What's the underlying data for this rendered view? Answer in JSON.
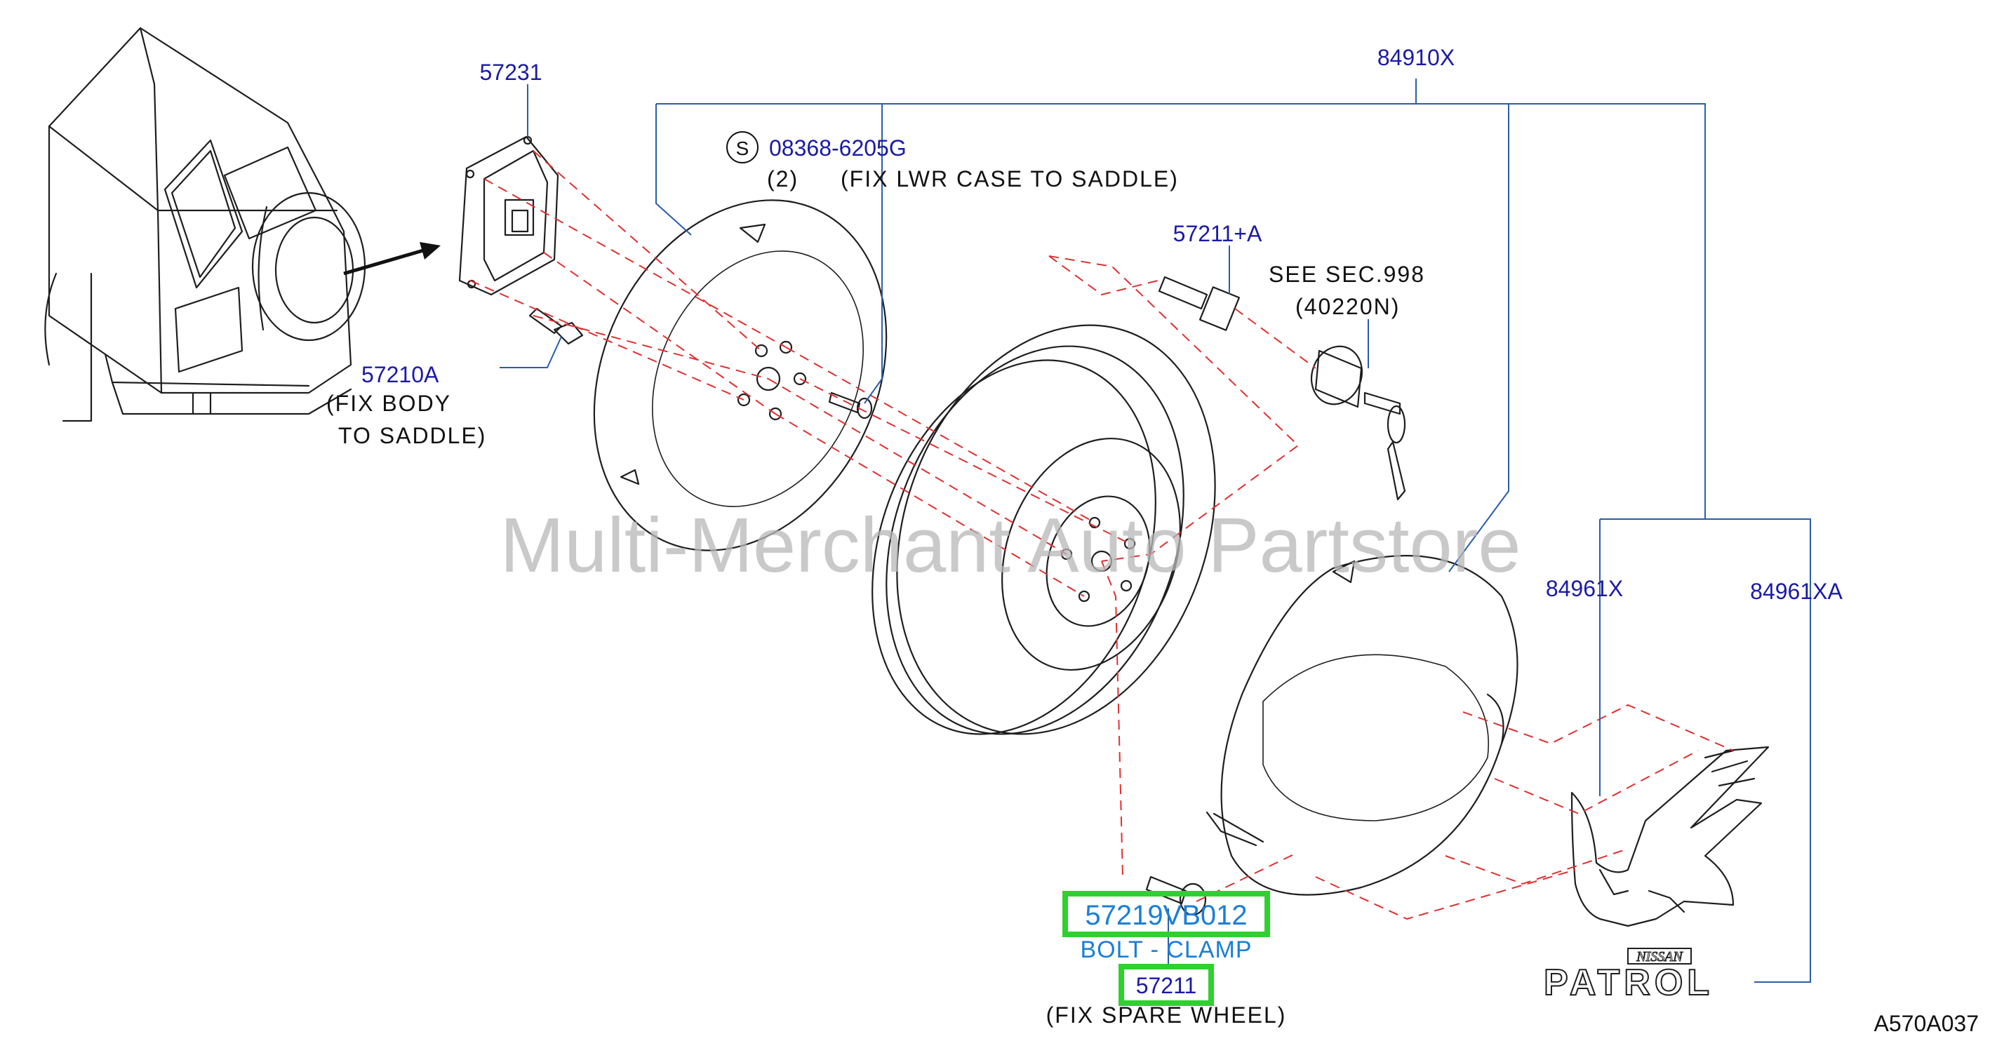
{
  "parts": {
    "p84910x": "84910X",
    "p57231": "57231",
    "p08368": "08368-6205G",
    "s_symbol": "S",
    "p08368_note_qty": "(2)",
    "p08368_note": "(FIX  LWR  CASE  TO  SADDLE)",
    "p57211a": "57211+A",
    "see_sec": "SEE  SEC.998",
    "see_sec_part": "(40220N)",
    "p57210a": "57210A",
    "p57210a_note1": "(FIX  BODY",
    "p57210a_note2": "TO  SADDLE)",
    "p84961x": "84961X",
    "p84961xa": "84961XA",
    "p57219": "57219VB012",
    "bolt_clamp": "BOLT - CLAMP",
    "p57211": "57211",
    "p57211_note": "(FIX  SPARE  WHEEL)",
    "figure_code": "A570A037"
  },
  "watermark": "Multi-Merchant Auto Partstore",
  "emblem": {
    "brand": "NISSAN",
    "model": "PATROL"
  },
  "colors": {
    "part_number": "#1a1aa6",
    "highlight_text": "#1a7fd6",
    "highlight_box": "#2ed12e",
    "leader_line": "#2a5ea8",
    "dashed_line": "#e03030"
  }
}
